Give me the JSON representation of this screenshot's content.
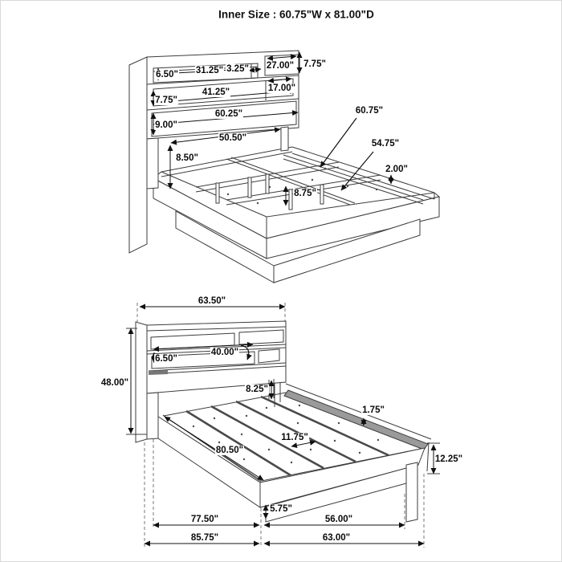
{
  "title": "Inner Size : 60.75\"W x 81.00\"D",
  "top_diagram": {
    "description": "bed frame perspective view",
    "dims": {
      "shelf1_height": "6.50\"",
      "shelf1_width": "31.25\"",
      "shelf1_gap": "3.25\"",
      "compartment1_width": "27.00\"",
      "section1_height": "7.75\"",
      "shelf2_width": "41.25\"",
      "compartment2_width": "17.00\"",
      "shelf2_height": "7.75\"",
      "panel_width": "60.25\"",
      "panel_height": "9.00\"",
      "legs_span": "50.50\"",
      "leg_height": "8.50\"",
      "inner_width": "60.75\"",
      "inner_rail_length": "54.75\"",
      "rail_thickness": "2.00\"",
      "support_height": "8.75\""
    }
  },
  "bottom_diagram": {
    "description": "assembled bed with slat platform",
    "dims": {
      "headboard_width": "63.50\"",
      "headboard_height": "48.00\"",
      "opening_height": "6.50\"",
      "shelf_width": "40.00\"",
      "base_gap": "8.25\"",
      "rail_lip": "1.75\"",
      "slat_spacing": "11.75\"",
      "deck_length": "80.50\"",
      "side_height": "12.25\"",
      "plinth_height": "5.75\"",
      "inner_length": "77.50\"",
      "inner_width": "56.00\"",
      "overall_length": "85.75\"",
      "overall_width": "63.00\""
    }
  }
}
